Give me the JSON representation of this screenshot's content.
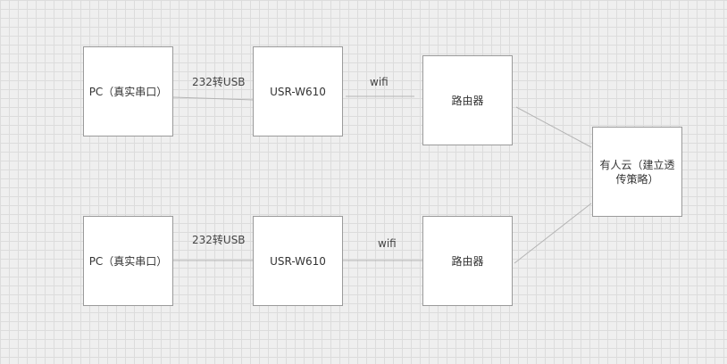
{
  "diagram": {
    "top": {
      "pc": "PC（真实串口）",
      "link_pc_usr": "232转USB",
      "usr": "USR-W610",
      "link_usr_router": "wifi",
      "router": "路由器"
    },
    "bottom": {
      "pc": "PC（真实串口）",
      "link_pc_usr": "232转USB",
      "usr": "USR-W610",
      "link_usr_router": "wifi",
      "router": "路由器"
    },
    "cloud": "有人云（建立透传策略）"
  },
  "colors": {
    "canvas": "#efefef",
    "grid": "#dcdcdc",
    "node_fill": "#ffffff",
    "node_border": "#9a9a9a",
    "edge": "#b4b4b4",
    "text": "#333333"
  }
}
